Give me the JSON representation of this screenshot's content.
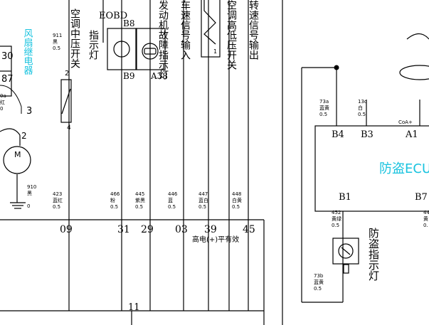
{
  "relay": {
    "label": "风扇继电器",
    "pin_30": "30",
    "pin_87": "87",
    "wire_top": "0a",
    "wire_color": "红",
    "wire_size": "0",
    "pin_3": "3"
  },
  "motor": {
    "label": "M",
    "pin_2": "2",
    "wire_code": "910",
    "wire_color": "黑",
    "wire_size": "0"
  },
  "switch": {
    "label": "空调中压开关",
    "wire_code": "911",
    "wire_color": "黑",
    "wire_size": "0.5",
    "pin_2": "2",
    "pin_4": "4"
  },
  "eobd": {
    "label_en": "EOBD",
    "label_cn": "指示灯",
    "pin_top": "B8",
    "pin_bottom": "B9"
  },
  "engine_fault": {
    "label": "发动机故障指示灯",
    "pin": "A38"
  },
  "speed_in": {
    "label": "车速信号输入",
    "connector_pin": "1"
  },
  "hp_switch": {
    "label": "空调高低压开关"
  },
  "speed_out": {
    "label": "转速信号输出"
  },
  "wires": [
    {
      "code": "423",
      "color": "蓝红",
      "size": "0.5"
    },
    {
      "code": "466",
      "color": "粉",
      "size": "0.5"
    },
    {
      "code": "445",
      "color": "紫黑",
      "size": "0.5"
    },
    {
      "code": "446",
      "color": "蓝",
      "size": "0.5"
    },
    {
      "code": "447",
      "color": "蓝白",
      "size": "0.5"
    },
    {
      "code": "448",
      "color": "白黄",
      "size": "0.5"
    }
  ],
  "ecu_pins": [
    "09",
    "31",
    "29",
    "03",
    "39",
    "45"
  ],
  "high_level_note": "高电(+)平有效",
  "ecu_bottom_pin": "11",
  "anti_theft": {
    "ecu_label": "防盗ECU",
    "pins": {
      "b4": "B4",
      "b3": "B3",
      "a1": "A1",
      "b1": "B1",
      "b7": "B7"
    },
    "coil_label": "CoA+",
    "wire_73a": {
      "code": "73a",
      "color": "蓝黄",
      "size": "0.5"
    },
    "wire_13c": {
      "code": "13c",
      "color": "白",
      "size": "0.5"
    },
    "wire_452": {
      "code": "452",
      "color": "黄绿",
      "size": "0.5"
    },
    "wire_73b": {
      "code": "73b",
      "color": "蓝黄",
      "size": "0.5"
    },
    "wire_44": {
      "code": "44",
      "color": "黄",
      "size": "0."
    },
    "indicator_label": "防盗指示灯"
  }
}
